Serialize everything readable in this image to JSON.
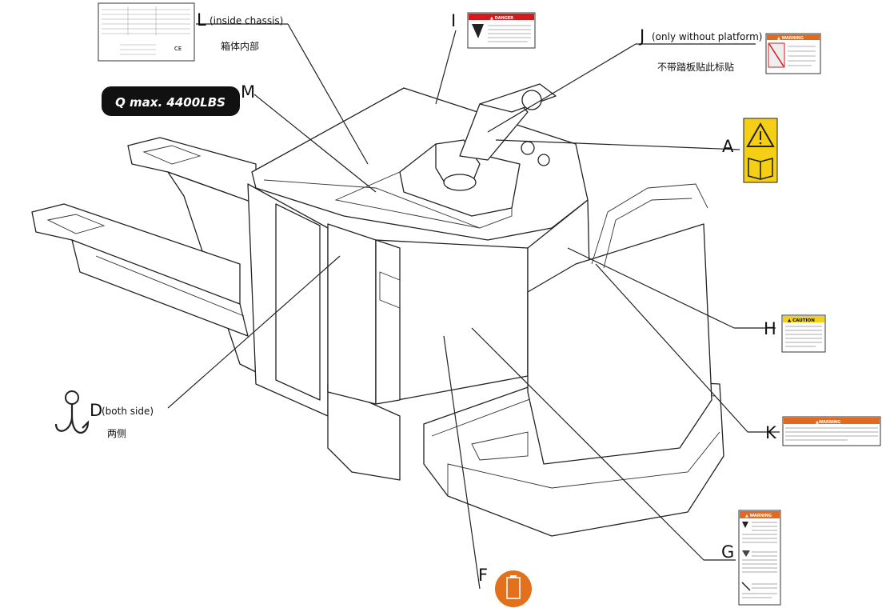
{
  "diagram": {
    "capacity_badge": "Q max. 4400LBS",
    "labels": {
      "L": {
        "letter": "L",
        "note": "(inside chassis)",
        "cn": "箱体内部"
      },
      "I": {
        "letter": "I"
      },
      "J": {
        "letter": "J",
        "note": "(only without platform)",
        "cn": "不带踏板贴此标贴"
      },
      "M": {
        "letter": "M"
      },
      "A": {
        "letter": "A"
      },
      "H": {
        "letter": "H"
      },
      "K": {
        "letter": "K"
      },
      "D": {
        "letter": "D",
        "note": "(both side)",
        "cn": "两侧"
      },
      "F": {
        "letter": "F"
      },
      "G": {
        "letter": "G"
      }
    },
    "decals": {
      "danger": "▲ DANGER",
      "warning_j": "▲ WARNING",
      "caution": "▲ CAUTION",
      "warning_k": "▲WARNING",
      "warning_g": "▲ WARNING",
      "ce_mark": "CE"
    },
    "colors": {
      "danger_red": "#d7191c",
      "warning_orange": "#e2691e",
      "caution_yellow": "#f4cf16",
      "badge_black": "#111111",
      "battery_orange": "#e2701d"
    },
    "icons": [
      "warning-triangle-icon",
      "manual-book-icon",
      "lifting-hook-icon",
      "battery-icon"
    ]
  }
}
